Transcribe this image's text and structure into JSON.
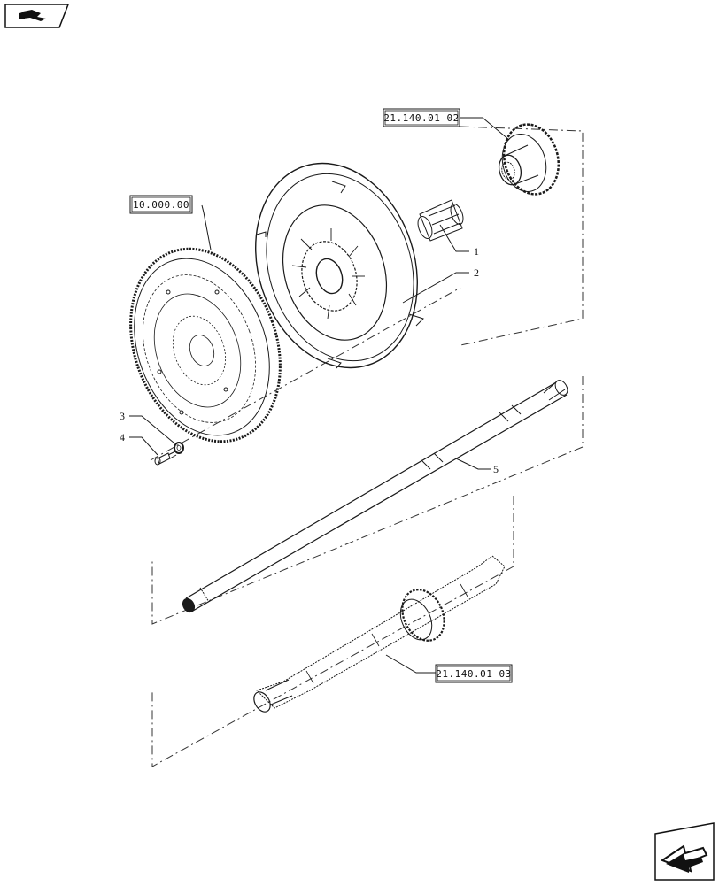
{
  "references": {
    "ref_top": "21.140.01 02",
    "ref_left": "10.000.00",
    "ref_bottom": "21.140.01 03"
  },
  "items": {
    "i1": "1",
    "i2": "2",
    "i3": "3",
    "i4": "4",
    "i5": "5"
  },
  "icons": {
    "top_left": "back-arrow-icon",
    "bottom_right": "next-page-arrow-icon"
  },
  "colors": {
    "line": "#1a1a1a",
    "dash": "#333333",
    "background": "#ffffff"
  }
}
